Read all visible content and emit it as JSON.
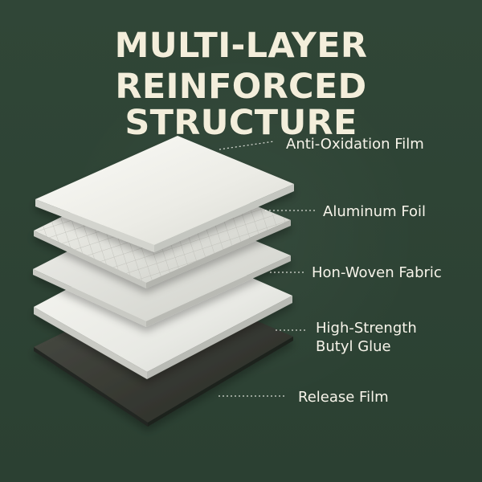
{
  "title": {
    "line1": "MULTI-LAYER",
    "line2": "REINFORCED STRUCTURE"
  },
  "layers": [
    {
      "label": "Anti-Oxidation Film",
      "icon": "white-film-layer",
      "color": "#f0f0ea"
    },
    {
      "label": "Aluminum Foil",
      "icon": "mesh-foil-layer",
      "color": "#deded8"
    },
    {
      "label": "Hon-Woven Fabric",
      "icon": "fabric-layer",
      "color": "#dededb"
    },
    {
      "label_lines": [
        "High-Strength",
        "Butyl Glue"
      ],
      "icon": "glue-layer",
      "color": "#eceee9"
    },
    {
      "label": "Release Film",
      "icon": "release-film-layer",
      "color": "#3b3d36"
    }
  ],
  "colors": {
    "background": "#2f4535",
    "title": "#f3eedb",
    "labels": "#f7f4ea",
    "leader_lines": "#f5f5ef"
  }
}
